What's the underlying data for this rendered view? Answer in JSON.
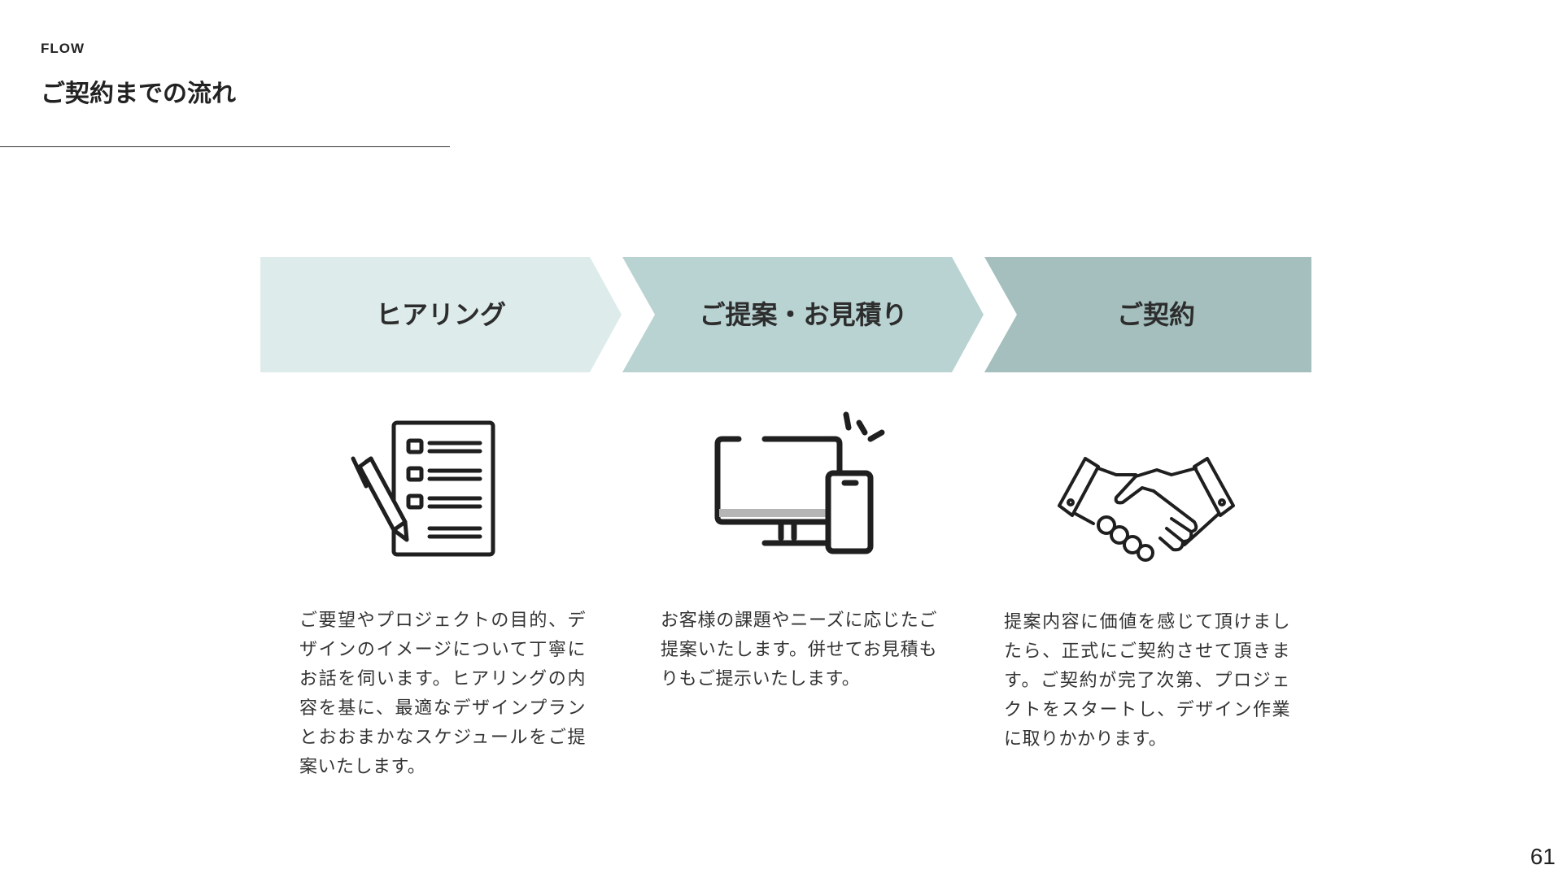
{
  "header": {
    "eyebrow": "FLOW",
    "title": "ご契約までの流れ"
  },
  "colors": {
    "step1": "#ddeceb",
    "step2": "#b9d2d2",
    "step3": "#a4bfbd",
    "icon": "#1f1f1f"
  },
  "steps": [
    {
      "label": "ヒアリング",
      "icon": "checklist-with-pen-icon",
      "description": "ご要望やプロジェクトの目的、デザインのイメージについて丁寧にお話を伺います。ヒアリングの内容を基に、最適なデザインプランとおおまかなスケジュールをご提案いたします。"
    },
    {
      "label": "ご提案・お見積り",
      "icon": "monitor-and-phone-icon",
      "description": "お客様の課題やニーズに応じたご提案いたします。併せてお見積もりもご提示いたします。"
    },
    {
      "label": "ご契約",
      "icon": "handshake-icon",
      "description": "提案内容に価値を感じて頂けましたら、正式にご契約させて頂きます。ご契約が完了次第、プロジェクトをスタートし、デザイン作業に取りかかります。"
    }
  ],
  "page_number": "61"
}
